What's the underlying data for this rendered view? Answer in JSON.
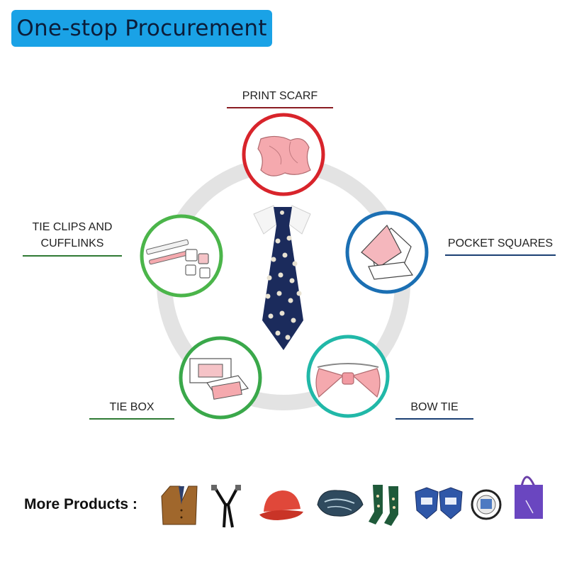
{
  "banner": {
    "title": "One-stop Procurement",
    "color": "#1aa2e6"
  },
  "categories": [
    {
      "label": "PRINT SCARF",
      "icon": "print-scarf-icon",
      "color": "#d8242b"
    },
    {
      "label": "POCKET SQUARES",
      "icon": "pocket-squares-icon",
      "color": "#1b6fb3"
    },
    {
      "label": "BOW TIE",
      "icon": "bow-tie-icon",
      "color": "#21b8a8"
    },
    {
      "label": "TIE BOX",
      "icon": "tie-box-icon",
      "color": "#3aa84a"
    },
    {
      "label": "TIE CLIPS AND",
      "label2": "CUFFLINKS",
      "icon": "tie-clips-cufflinks-icon",
      "color": "#4bb54a"
    }
  ],
  "center": {
    "icon": "necktie-icon"
  },
  "more_products": {
    "label": "More Products :",
    "items": [
      "vest-icon",
      "suspenders-icon",
      "cap-icon",
      "bandana-icon",
      "socks-icon",
      "badge-pins-icon",
      "lapel-pin-icon",
      "tote-bag-icon"
    ]
  }
}
